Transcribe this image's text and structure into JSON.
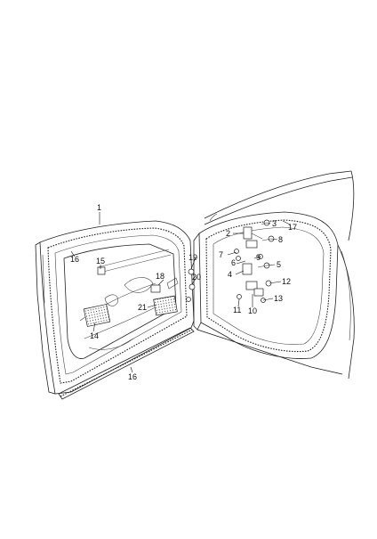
{
  "callouts": [
    "1",
    "2",
    "3",
    "4",
    "5",
    "6",
    "7",
    "8",
    "9",
    "10",
    "11",
    "12",
    "13",
    "14",
    "15",
    "16",
    "16",
    "17",
    "18",
    "19",
    "20",
    "21"
  ]
}
